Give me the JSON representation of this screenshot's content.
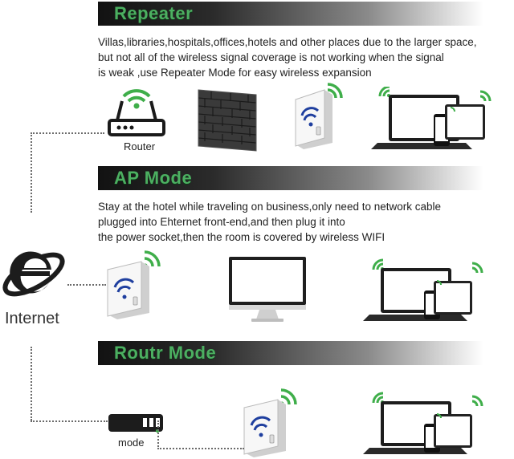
{
  "sections": {
    "repeater": {
      "title": "Repeater",
      "lines": [
        "Villas,libraries,hospitals,offices,hotels and other places due to the larger space,",
        "but not all of the wireless signal coverage is not working when the signal",
        "is weak ,use  Repeater Mode  for easy wireless expansion"
      ],
      "router_label": "Router"
    },
    "ap": {
      "title": "AP  Mode",
      "lines": [
        "Stay at the hotel while traveling on business,only need to network cable",
        "plugged into Ehternet front-end,and then plug it into",
        "the power socket,then the room is covered by wireless WIFI"
      ]
    },
    "router": {
      "title": "Routr  Mode",
      "modem_label": "mode"
    }
  },
  "internet_label": "Internet",
  "colors": {
    "banner_text": "#4caf61",
    "wifi_green": "#3fae4a",
    "wifi_blue": "#1f3f9f"
  }
}
